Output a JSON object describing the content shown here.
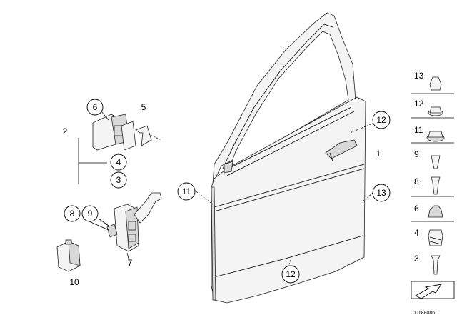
{
  "callouts": {
    "c1": "1",
    "c2": "2",
    "c3": "3",
    "c4": "4",
    "c5": "5",
    "c6": "6",
    "c7": "7",
    "c8": "8",
    "c9": "9",
    "c10": "10",
    "c11": "11",
    "c12_top": "12",
    "c12_bottom": "12",
    "c13": "13"
  },
  "legend": {
    "items": [
      {
        "label": "13"
      },
      {
        "label": "12"
      },
      {
        "label": "11"
      },
      {
        "label": "9"
      },
      {
        "label": "8"
      },
      {
        "label": "6"
      },
      {
        "label": "4"
      },
      {
        "label": "3"
      }
    ]
  },
  "diagram_id": "00188086"
}
